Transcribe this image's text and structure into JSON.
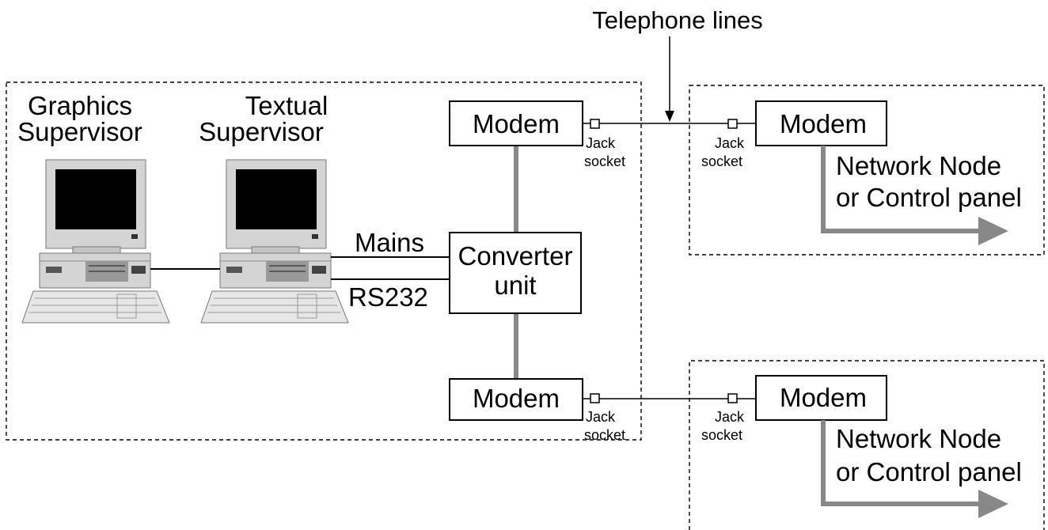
{
  "callouts": {
    "telephone_lines": "Telephone lines"
  },
  "supervisors": {
    "graphics": [
      "Graphics",
      "Supervisor"
    ],
    "textual": [
      "Textual",
      "Supervisor"
    ]
  },
  "cables": {
    "mains": "Mains",
    "rs232": "RS232"
  },
  "converter": [
    "Converter",
    "unit"
  ],
  "modem_label": "Modem",
  "jack_socket": [
    "Jack",
    "socket"
  ],
  "remote_sites": {
    "label": [
      "Network Node",
      "or Control panel"
    ]
  },
  "colors": {
    "line": "#000000",
    "link_gray": "#888888",
    "monitor_body": "#d4d4d4",
    "screen": "#000000"
  }
}
